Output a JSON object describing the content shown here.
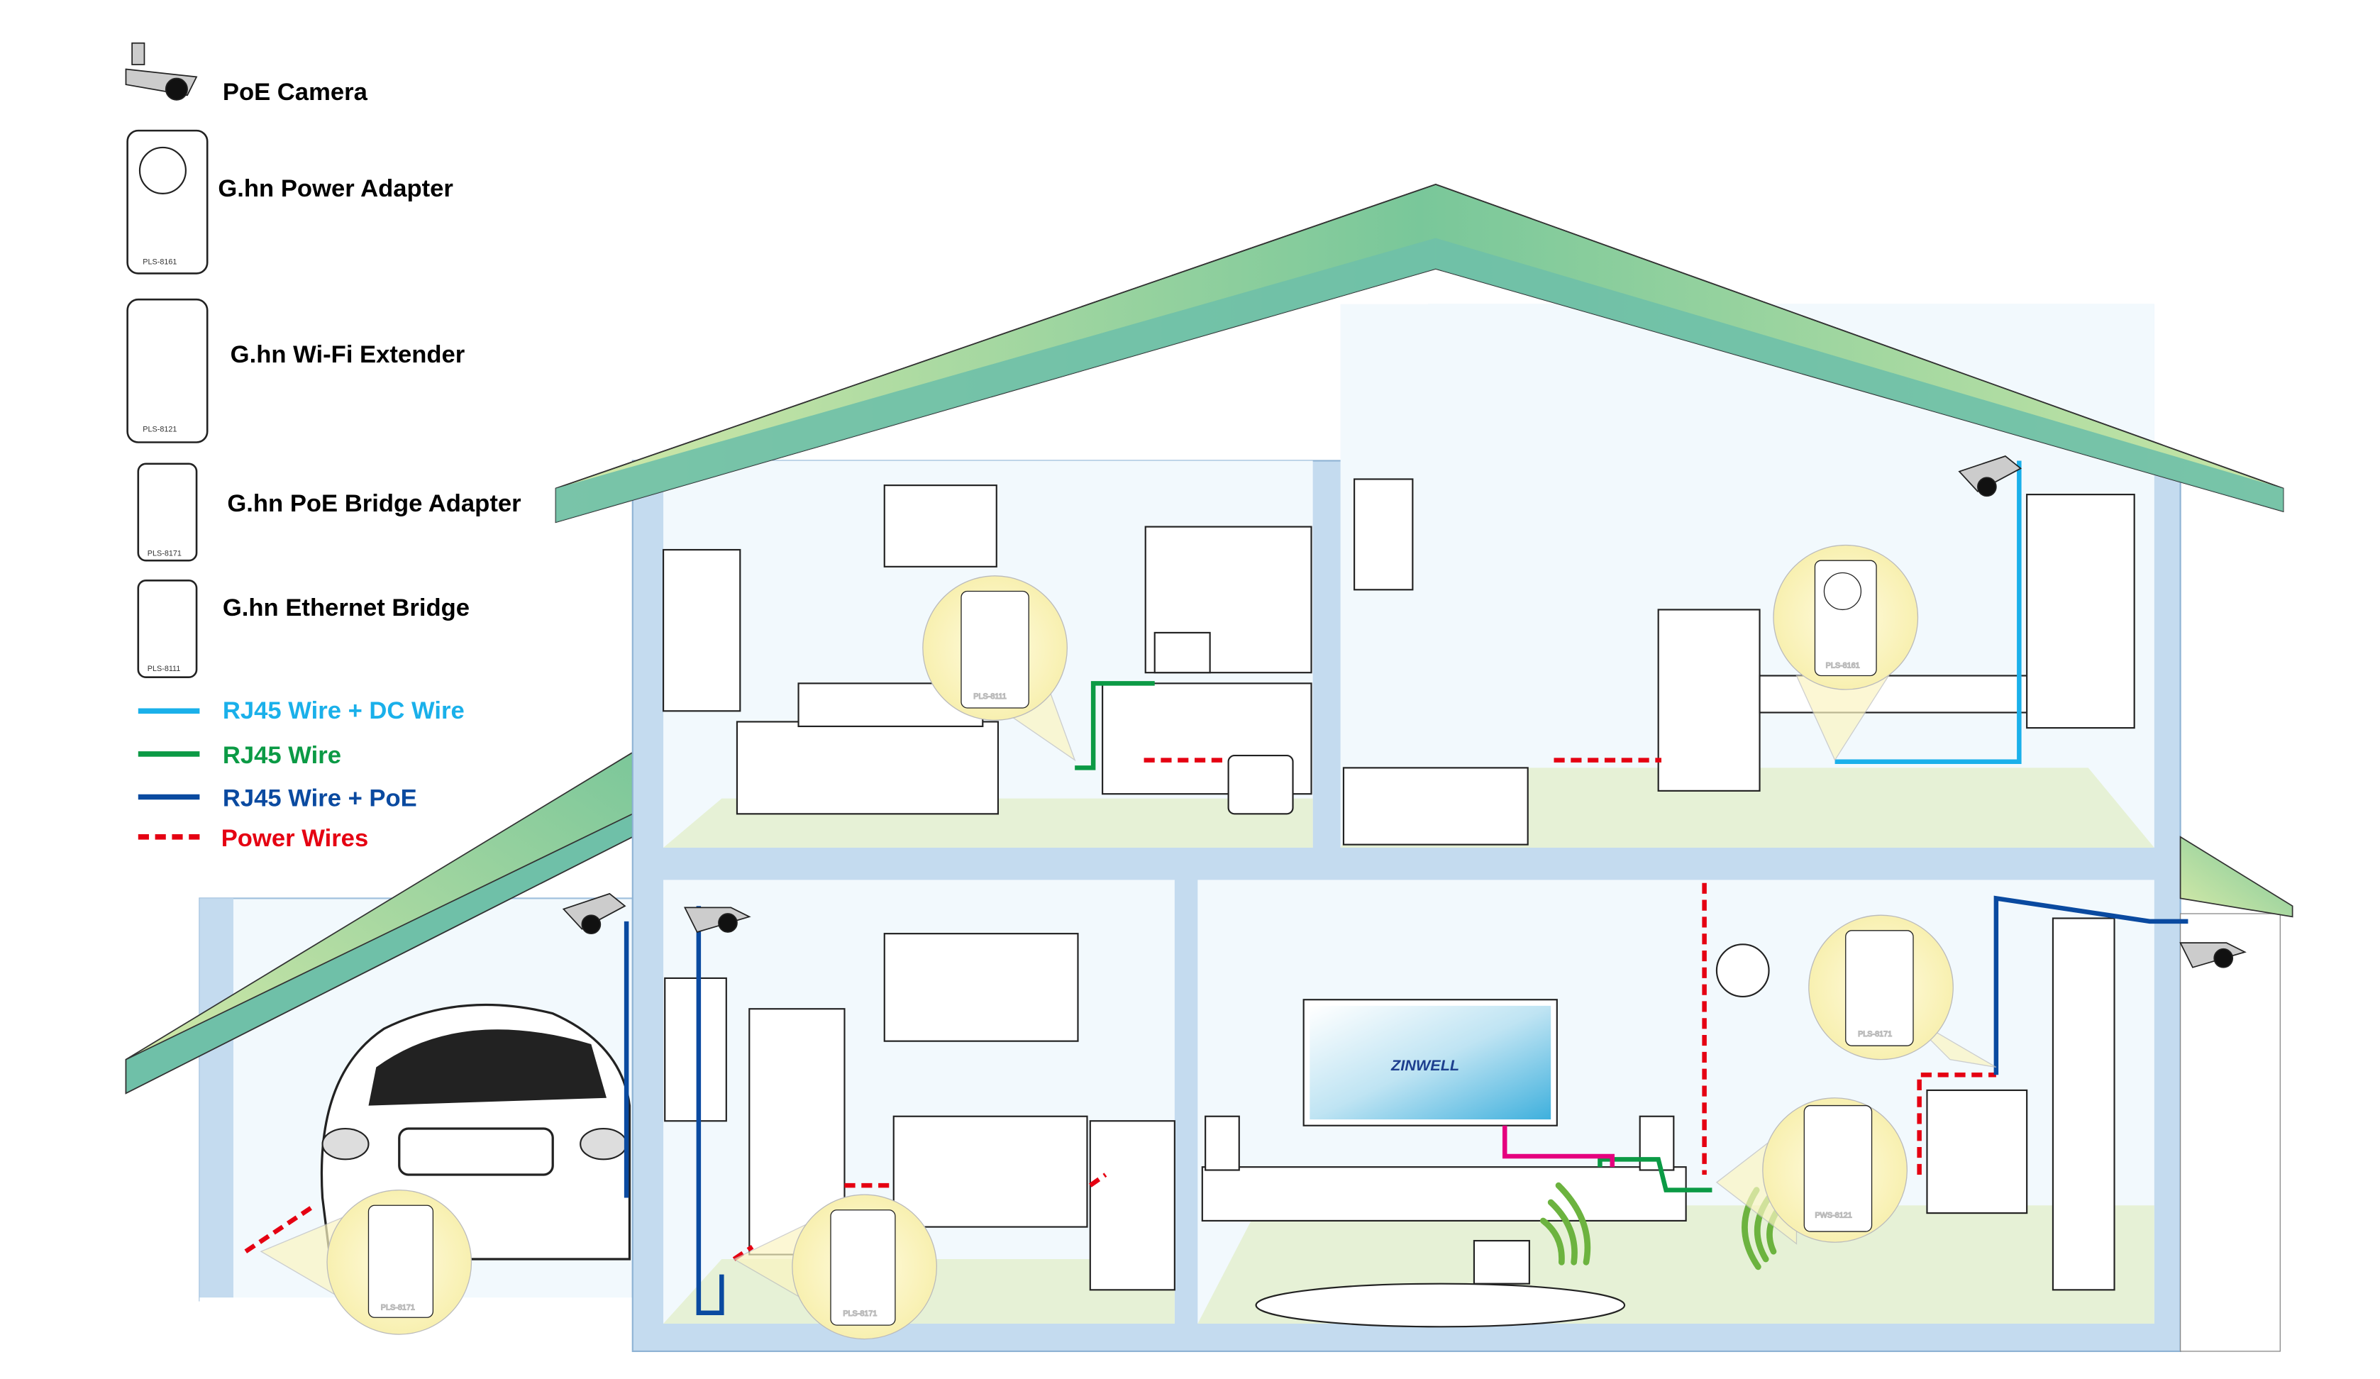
{
  "legend": {
    "devices": [
      {
        "label": "PoE Camera"
      },
      {
        "label": "G.hn Power Adapter",
        "model": "PLS-8161"
      },
      {
        "label": "G.hn Wi-Fi Extender",
        "model": "PLS-8121"
      },
      {
        "label": "G.hn PoE Bridge Adapter",
        "model": "PLS-8171"
      },
      {
        "label": "G.hn Ethernet Bridge",
        "model": "PLS-8111"
      }
    ],
    "wires": [
      {
        "label": "RJ45 Wire + DC Wire",
        "color": "#1ab0ea"
      },
      {
        "label": "RJ45 Wire",
        "color": "#0b9a45"
      },
      {
        "label": "RJ45 Wire + PoE",
        "color": "#0a4aa0"
      },
      {
        "label": "Power Wires",
        "color": "#e50012"
      }
    ]
  },
  "callouts": {
    "upstairs_bedroom": "PLS-8111",
    "upstairs_study": "PLS-8161",
    "garage": "PLS-8171",
    "kitchen": "PLS-8171",
    "living_upper": "PLS-8171",
    "living_lower": "PWS-8121"
  },
  "tv_logo": "ZINWELL",
  "colors": {
    "roof": "#7cc79a",
    "wall": "#c4dbef",
    "callout": "#fbf5c2"
  }
}
